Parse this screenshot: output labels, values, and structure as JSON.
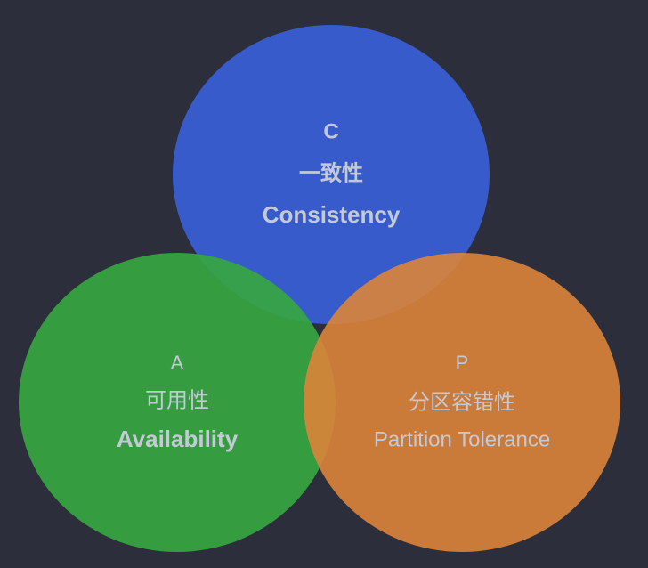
{
  "diagram": {
    "background": "#2c2f3b",
    "circles": [
      {
        "id": "consistency",
        "color": "#3a5fd9",
        "letter": "C",
        "chinese": "一致性",
        "english": "Consistency"
      },
      {
        "id": "availability",
        "color": "#36a641",
        "letter": "A",
        "chinese": "可用性",
        "english": "Availability"
      },
      {
        "id": "partition",
        "color": "#dc843a",
        "letter": "P",
        "chinese": "分区容错性",
        "english": "Partition Tolerance"
      }
    ]
  }
}
